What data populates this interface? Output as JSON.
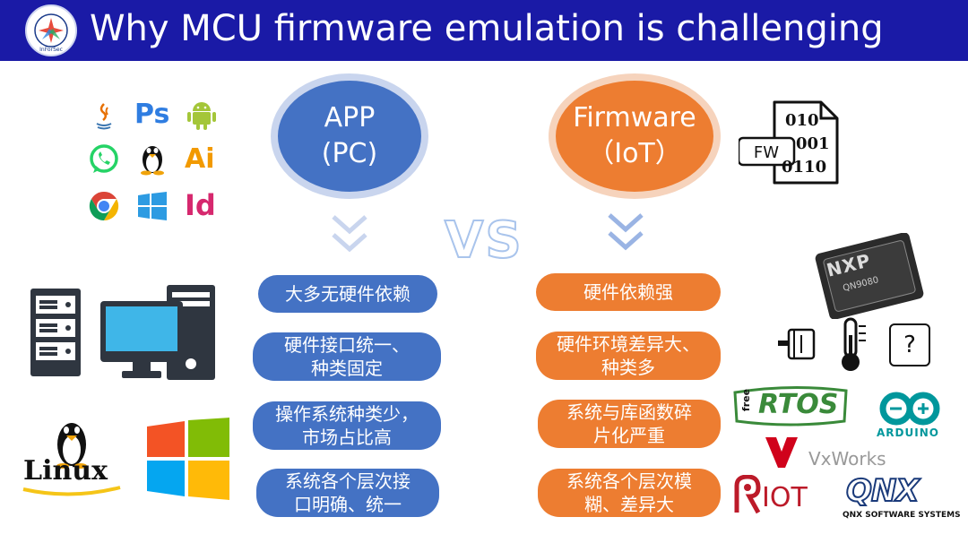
{
  "header": {
    "title": "Why MCU firmware emulation is challenging"
  },
  "logo": {
    "text": "InForSec"
  },
  "left": {
    "circle": {
      "line1": "APP",
      "line2": "(PC)"
    },
    "items": [
      "大多无硬件依赖",
      "硬件接口统一、\n种类固定",
      "操作系统种类少，\n市场占比高",
      "系统各个层次接\n口明确、统一"
    ]
  },
  "right": {
    "circle": {
      "line1": "Firmware",
      "line2": "（IoT）"
    },
    "items": [
      "硬件依赖强",
      "硬件环境差异大、\n种类多",
      "系统与库函数碎\n片化严重",
      "系统各个层次模\n糊、差异大"
    ]
  },
  "vs": "VS",
  "icons": {
    "ps": "Ps",
    "ai": "Ai",
    "id": "Id",
    "fw_label": "FW",
    "binary": [
      "010",
      "001",
      "0110"
    ],
    "nxp": "NXP",
    "chip_model": "QN9080",
    "question": "?",
    "linux": "Linux",
    "freertos": "RTOS",
    "freertos_free": "free",
    "arduino": "ARDUINO",
    "vxworks": "VxWorks",
    "riot": "IOT",
    "qnx": "QNX",
    "qnx_sub": "QNX SOFTWARE SYSTEMS"
  },
  "colors": {
    "header": "#1a1aa6",
    "blue": "#4472c4",
    "orange": "#ed7d31"
  }
}
